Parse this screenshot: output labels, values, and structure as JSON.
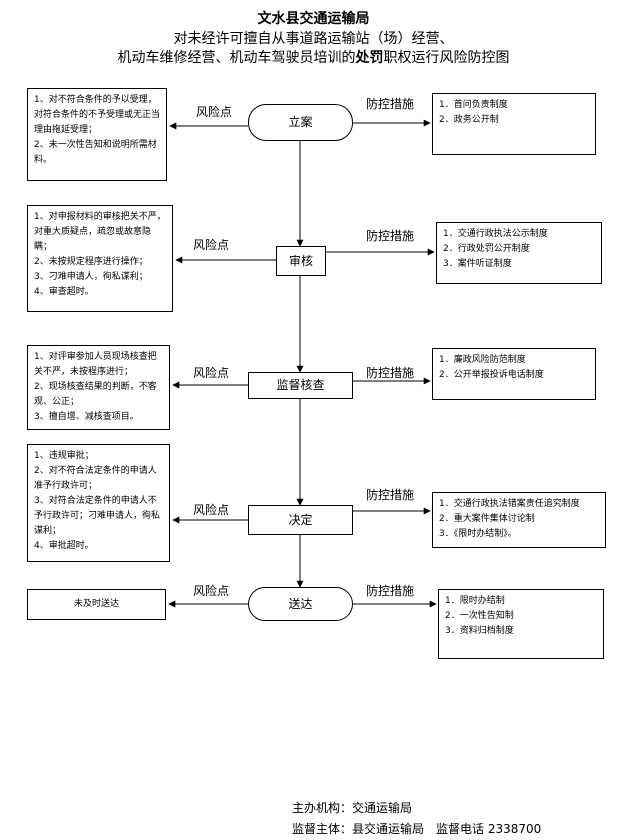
{
  "title": {
    "org": "文水县交通运输局",
    "line2": "对未经许可擅自从事道路运输站（场）经营、",
    "line3_a": "机动车维修经营、机动车驾驶员培训的",
    "line3_b": "处罚",
    "line3_c": "职权运行风险防控图"
  },
  "labels": {
    "risk": "风险点",
    "measure": "防控措施"
  },
  "steps": [
    {
      "name": "立案",
      "measure_label": "防控措施",
      "risks": [
        "1、对不符合条件的予以受理，对符合条件的不予受理或无正当理由拖延受理；",
        "2、未一次性告知和说明所需材料。"
      ],
      "measures": [
        "1．首问负责制度",
        "2．政务公开制"
      ]
    },
    {
      "name": "审核",
      "measure_label": "防控措施",
      "risks": [
        "1、对申报材料的审核把关不严，对重大质疑点，疏忽或故意隐瞒；",
        "2、未按规定程序进行操作；",
        "3、刁难申请人，徇私谋利；",
        "4、审查超时。"
      ],
      "measures": [
        "1．交通行政执法公示制度",
        "2．行政处罚公开制度",
        "3．案件听证制度"
      ]
    },
    {
      "name": "监督核查",
      "measure_label": "防控措施",
      "risks": [
        "1、对评审参加人员现场核查把关不严，未按程序进行；",
        "2、现场核查结果的判断，不客观、公正；",
        "3、擅自增、减核查项目。"
      ],
      "measures": [
        "1．廉政风险防范制度",
        "2．公开举报投诉电话制度"
      ]
    },
    {
      "name": "决定",
      "measure_label": "防控措施",
      "risks": [
        "1、违规审批；",
        "2、对不符合法定条件的申请人准予行政许可；",
        "3、对符合法定条件的申请人不予行政许可；刁难申请人，徇私谋利；",
        "4、审批超时。"
      ],
      "measures": [
        "1．交通行政执法错案责任追究制度",
        "2．重大案件集体讨论制",
        "3．《限时办结制》。"
      ]
    },
    {
      "name": "送达",
      "measure_label": "防控措施",
      "risks": [
        "未及时送达"
      ],
      "measures": [
        "1．限时办结制",
        "2．一次性告知制",
        "3．资料归档制度"
      ]
    }
  ],
  "footer": {
    "host": "主办机构：交通运输局",
    "supervisor": "监督主体：县交通运输局　监督电话 2338700"
  }
}
